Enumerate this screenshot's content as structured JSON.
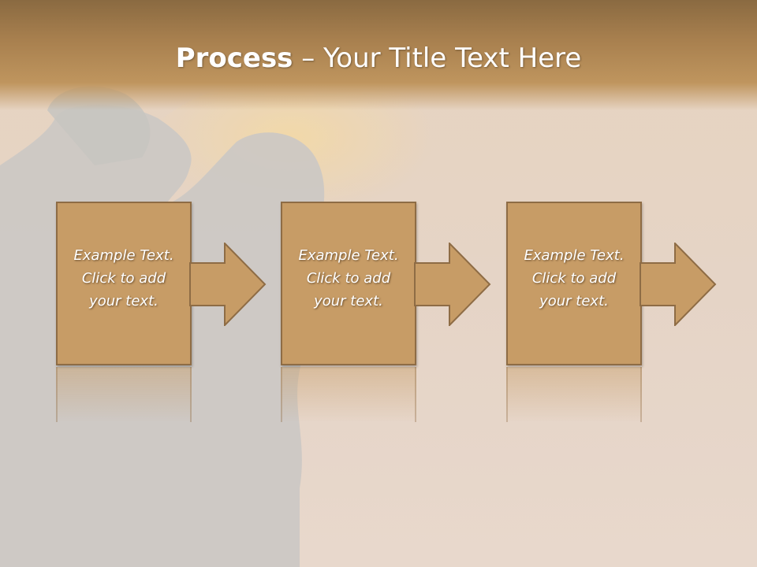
{
  "slide": {
    "title_bold": "Process",
    "title_rest": " – Your Title Text Here"
  },
  "steps": [
    {
      "line1": "Example Text.",
      "line2": "Click  to add",
      "line3": "your text."
    },
    {
      "line1": "Example Text.",
      "line2": "Click  to add",
      "line3": "your text."
    },
    {
      "line1": "Example Text.",
      "line2": "Click  to add",
      "line3": "your text."
    }
  ],
  "colors": {
    "box_fill": "#c79c66",
    "box_border": "#8e6c45",
    "title_bar": "#a77f4e",
    "background": "#e9dcd0"
  }
}
